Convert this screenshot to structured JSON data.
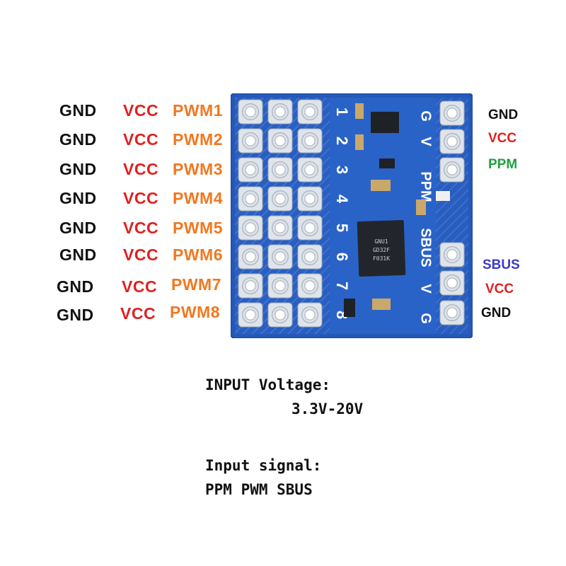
{
  "left_labels": {
    "gnd": [
      "GND",
      "GND",
      "GND",
      "GND",
      "GND",
      "GND",
      "GND",
      "GND"
    ],
    "vcc": [
      "VCC",
      "VCC",
      "VCC",
      "VCC",
      "VCC",
      "VCC",
      "VCC",
      "VCC"
    ],
    "pwm": [
      "PWM1",
      "PWM2",
      "PWM3",
      "PWM4",
      "PWM5",
      "PWM6",
      "PWM7",
      "PWM8"
    ]
  },
  "right_labels": {
    "top": [
      "GND",
      "VCC",
      "PPM"
    ],
    "bottom": [
      "SBUS",
      "VCC",
      "GND"
    ]
  },
  "board_silkscreen": {
    "channels": [
      "1",
      "2",
      "3",
      "4",
      "5",
      "6",
      "7",
      "8"
    ],
    "right_top": [
      "G",
      "V",
      "PPM"
    ],
    "right_bottom": [
      "SBUS",
      "V",
      "G"
    ],
    "chip_text": [
      "GNU1",
      "GD32F",
      "F031K"
    ]
  },
  "notes": {
    "voltage_heading": "INPUT Voltage:",
    "voltage_value": "3.3V-20V",
    "signal_heading": "Input signal:",
    "signal_values": "PPM PWM  SBUS"
  },
  "colors": {
    "gnd": "#111111",
    "vcc": "#e02020",
    "pwm": "#f07820",
    "ppm": "#20a040",
    "sbus": "#3a3ac8",
    "pcb": "#2a5fc0"
  }
}
